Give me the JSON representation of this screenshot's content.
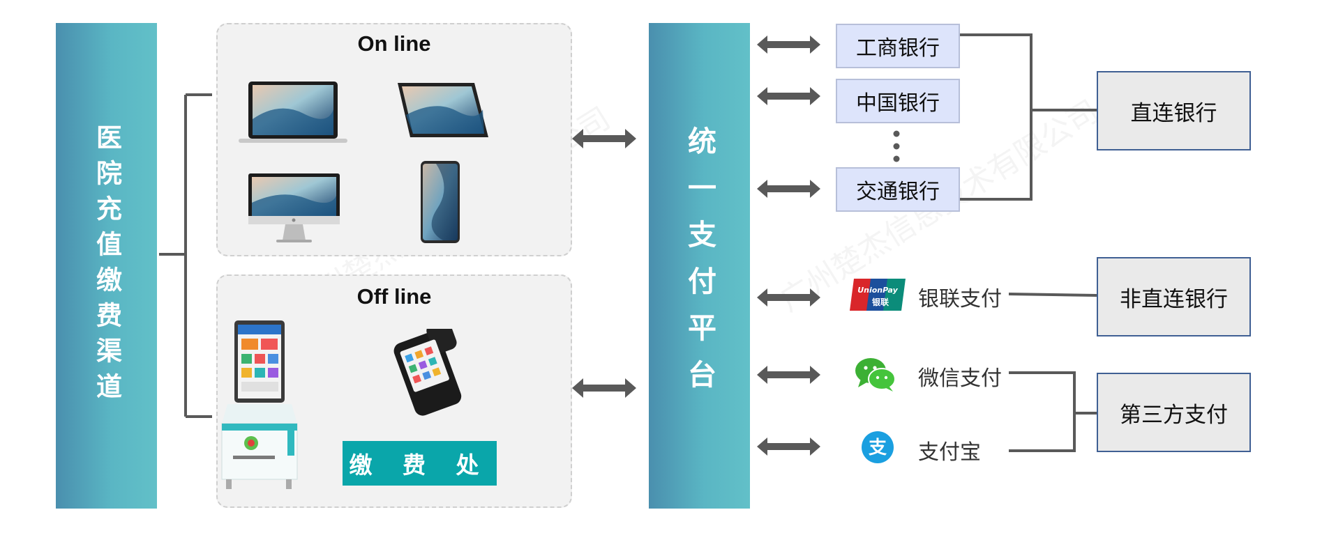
{
  "channel": {
    "title": "医院充值缴费渠道"
  },
  "online": {
    "title": "On line"
  },
  "offline": {
    "title": "Off line",
    "cashier_label": "缴 费 处"
  },
  "platform": {
    "title": "统一支付平台"
  },
  "banks": [
    "工商银行",
    "中国银行",
    "交通银行"
  ],
  "payments": {
    "unionpay": "银联支付",
    "wechat": "微信支付",
    "alipay": "支付宝"
  },
  "unionpay_logo": {
    "top": "UnionPay",
    "bottom": "银联"
  },
  "alipay_logo": {
    "glyph": "支"
  },
  "categories": {
    "direct": "直连银行",
    "indirect": "非直连银行",
    "third_party": "第三方支付"
  },
  "watermark": "广州楚杰信息技术有限公司",
  "colors": {
    "bar_gradient_start": "#4a8fae",
    "bar_gradient_end": "#62c0c8",
    "bank_box": "#dde4fb",
    "category_border": "#3f5f93",
    "cashier": "#0aa6aa",
    "arrow": "#595959",
    "connector": "#595959"
  }
}
